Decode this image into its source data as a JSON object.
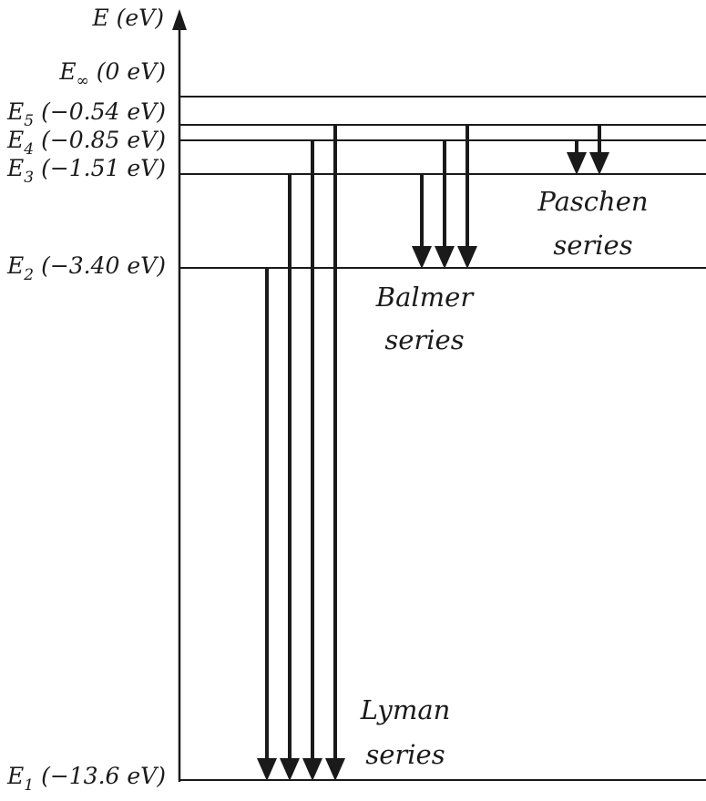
{
  "axis": {
    "label": "E (eV)"
  },
  "levels": [
    {
      "id": "inf",
      "symbol": "E",
      "sub": "∞",
      "energy_text": " (0 eV)",
      "energy_ev": 0
    },
    {
      "id": "5",
      "symbol": "E",
      "sub": "5",
      "energy_text": " (−0.54 eV)",
      "energy_ev": -0.54
    },
    {
      "id": "4",
      "symbol": "E",
      "sub": "4",
      "energy_text": " (−0.85 eV)",
      "energy_ev": -0.85
    },
    {
      "id": "3",
      "symbol": "E",
      "sub": "3",
      "energy_text": " (−1.51 eV)",
      "energy_ev": -1.51
    },
    {
      "id": "2",
      "symbol": "E",
      "sub": "2",
      "energy_text": " (−3.40 eV)",
      "energy_ev": -3.4
    },
    {
      "id": "1",
      "symbol": "E",
      "sub": "1",
      "energy_text": " (−13.6 eV)",
      "energy_ev": -13.6
    }
  ],
  "series": [
    {
      "id": "lyman",
      "line1": "Lyman",
      "line2": "series",
      "to": "1",
      "from": [
        "2",
        "3",
        "4",
        "5"
      ]
    },
    {
      "id": "balmer",
      "line1": "Balmer",
      "line2": "series",
      "to": "2",
      "from": [
        "3",
        "4",
        "5"
      ]
    },
    {
      "id": "paschen",
      "line1": "Paschen",
      "line2": "series",
      "to": "3",
      "from": [
        "4",
        "5"
      ]
    }
  ]
}
